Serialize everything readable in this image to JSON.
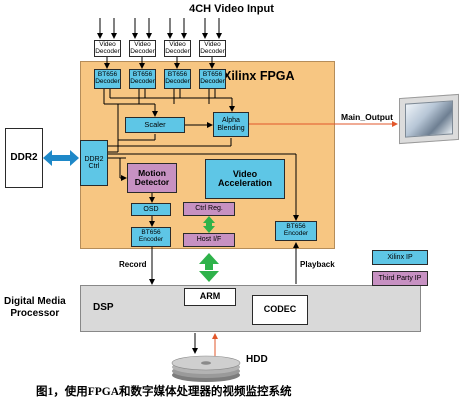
{
  "top_label": "4CH Video Input",
  "fpga": {
    "title": "Xilinx FPGA",
    "decoders": [
      "Video\nDecoder",
      "Video\nDecoder",
      "Video\nDecoder",
      "Video\nDecoder"
    ],
    "bt656_decoders": [
      "BT656\nDecoder",
      "BT656\nDecoder",
      "BT656\nDecoder",
      "BT656\nDecoder"
    ],
    "scaler": "Scaler",
    "alpha_blending": "Alpha\nBlending",
    "ddr2_ctrl": "DDR2\nCtrl",
    "motion_detector": "Motion\nDetector",
    "video_acceleration": "Video\nAcceleration",
    "osd": "OSD",
    "ctrl_reg": "Ctrl Reg.",
    "bt656_encoder_left": "BT656\nEncoder",
    "host_if": "Host I/F",
    "bt656_encoder_right": "BT656\nEncoder"
  },
  "ddr2": "DDR2",
  "main_output": "Main_Output",
  "record_label": "Record",
  "playback_label": "Playback",
  "dmp_label": "Digital Media\nProcessor",
  "dsp": "DSP",
  "arm": "ARM",
  "codec": "CODEC",
  "hdd": "HDD",
  "legend": {
    "xilinx_ip": "Xilinx IP",
    "third_party_ip": "Third Party IP"
  },
  "caption": "图1，使用FPGA和数字媒体处理器的视频监控系统",
  "colors": {
    "fpga_bg": "#f7c682",
    "ip_blue": "#5ec6e6",
    "third_party_purple": "#c791c2",
    "arrow_green": "#2eb24a",
    "ddr_arrow": "#1e88c8",
    "main_output_line": "#e2572b"
  }
}
